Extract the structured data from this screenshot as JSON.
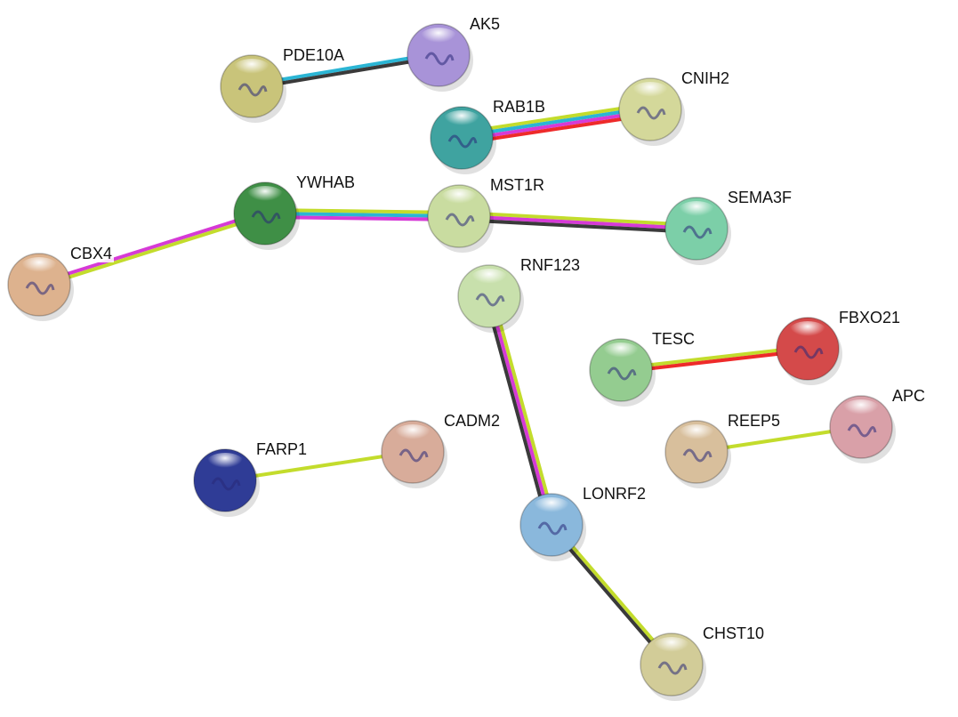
{
  "evidence_colors": {
    "textmining": "#c3dc2c",
    "coexpression": "#3a3a3a",
    "database": "#2bb5d4",
    "experiments": "#d63ad6",
    "fusion": "#ee2a2a"
  },
  "nodes": [
    {
      "id": "PDE10A",
      "color": "#c9c47a"
    },
    {
      "id": "AK5",
      "color": "#a893d8"
    },
    {
      "id": "RAB1B",
      "color": "#3fa3a0"
    },
    {
      "id": "CNIH2",
      "color": "#d4d89a"
    },
    {
      "id": "YWHAB",
      "color": "#3f8f46"
    },
    {
      "id": "MST1R",
      "color": "#c9dca0"
    },
    {
      "id": "SEMA3F",
      "color": "#7ccfa8"
    },
    {
      "id": "CBX4",
      "color": "#ddb28e"
    },
    {
      "id": "RNF123",
      "color": "#c8e0ac"
    },
    {
      "id": "TESC",
      "color": "#94cc90"
    },
    {
      "id": "FBXO21",
      "color": "#d44a4a"
    },
    {
      "id": "REEP5",
      "color": "#d8bf9c"
    },
    {
      "id": "APC",
      "color": "#d9a0a8"
    },
    {
      "id": "FARP1",
      "color": "#2f3c96"
    },
    {
      "id": "CADM2",
      "color": "#d8ac9a"
    },
    {
      "id": "LONRF2",
      "color": "#8ab8dc"
    },
    {
      "id": "CHST10",
      "color": "#d2cc98"
    }
  ],
  "edges": [
    {
      "source": "PDE10A",
      "target": "AK5",
      "evidence": [
        "database",
        "coexpression"
      ]
    },
    {
      "source": "RAB1B",
      "target": "CNIH2",
      "evidence": [
        "textmining",
        "database",
        "experiments",
        "fusion"
      ]
    },
    {
      "source": "YWHAB",
      "target": "MST1R",
      "evidence": [
        "textmining",
        "database",
        "experiments"
      ]
    },
    {
      "source": "MST1R",
      "target": "SEMA3F",
      "evidence": [
        "textmining",
        "experiments",
        "coexpression"
      ]
    },
    {
      "source": "CBX4",
      "target": "YWHAB",
      "evidence": [
        "experiments",
        "textmining"
      ]
    },
    {
      "source": "RNF123",
      "target": "LONRF2",
      "evidence": [
        "textmining",
        "experiments",
        "coexpression"
      ]
    },
    {
      "source": "TESC",
      "target": "FBXO21",
      "evidence": [
        "textmining",
        "fusion"
      ]
    },
    {
      "source": "REEP5",
      "target": "APC",
      "evidence": [
        "textmining"
      ]
    },
    {
      "source": "FARP1",
      "target": "CADM2",
      "evidence": [
        "textmining"
      ]
    },
    {
      "source": "LONRF2",
      "target": "CHST10",
      "evidence": [
        "textmining",
        "coexpression"
      ]
    }
  ]
}
